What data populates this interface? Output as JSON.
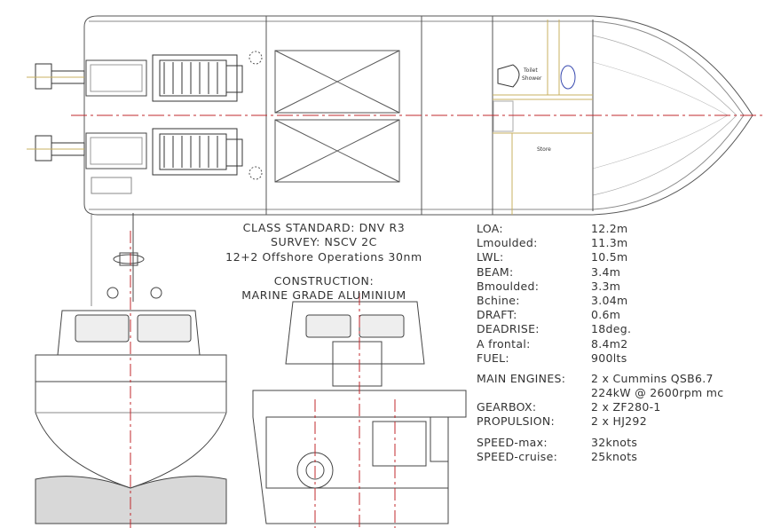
{
  "notes": {
    "class_standard": "CLASS STANDARD: DNV R3",
    "survey": "SURVEY: NSCV 2C",
    "operations": "12+2 Offshore Operations 30nm",
    "construction_title": "CONSTRUCTION:",
    "construction_material": "MARINE GRADE ALUMINIUM"
  },
  "plan_labels": {
    "toilet": "Toilet",
    "shower": "Shower",
    "store": "Store"
  },
  "specs": [
    {
      "key": "LOA:",
      "value": "12.2m"
    },
    {
      "key": "Lmoulded:",
      "value": "11.3m"
    },
    {
      "key": "LWL:",
      "value": "10.5m"
    },
    {
      "key": "BEAM:",
      "value": "3.4m"
    },
    {
      "key": "Bmoulded:",
      "value": "3.3m"
    },
    {
      "key": "Bchine:",
      "value": "3.04m"
    },
    {
      "key": "DRAFT:",
      "value": "0.6m"
    },
    {
      "key": "DEADRISE:",
      "value": "18deg."
    },
    {
      "key": "A frontal:",
      "value": "8.4m2"
    },
    {
      "key": "FUEL:",
      "value": "900lts"
    }
  ],
  "machinery": [
    {
      "key": "MAIN ENGINES:",
      "value": "2 x Cummins QSB6.7"
    },
    {
      "key": "",
      "value": "224kW @ 2600rpm mc"
    },
    {
      "key": "GEARBOX:",
      "value": "2 x ZF280-1"
    },
    {
      "key": "PROPULSION:",
      "value": "2 x HJ292"
    }
  ],
  "speed": [
    {
      "key": "SPEED-max:",
      "value": "32knots"
    },
    {
      "key": "SPEED-cruise:",
      "value": "25knots"
    }
  ],
  "colors": {
    "centerline": "#c0282d",
    "outline": "#555555",
    "fittings": "#c8b060",
    "toilet": "#3a4bb0"
  }
}
